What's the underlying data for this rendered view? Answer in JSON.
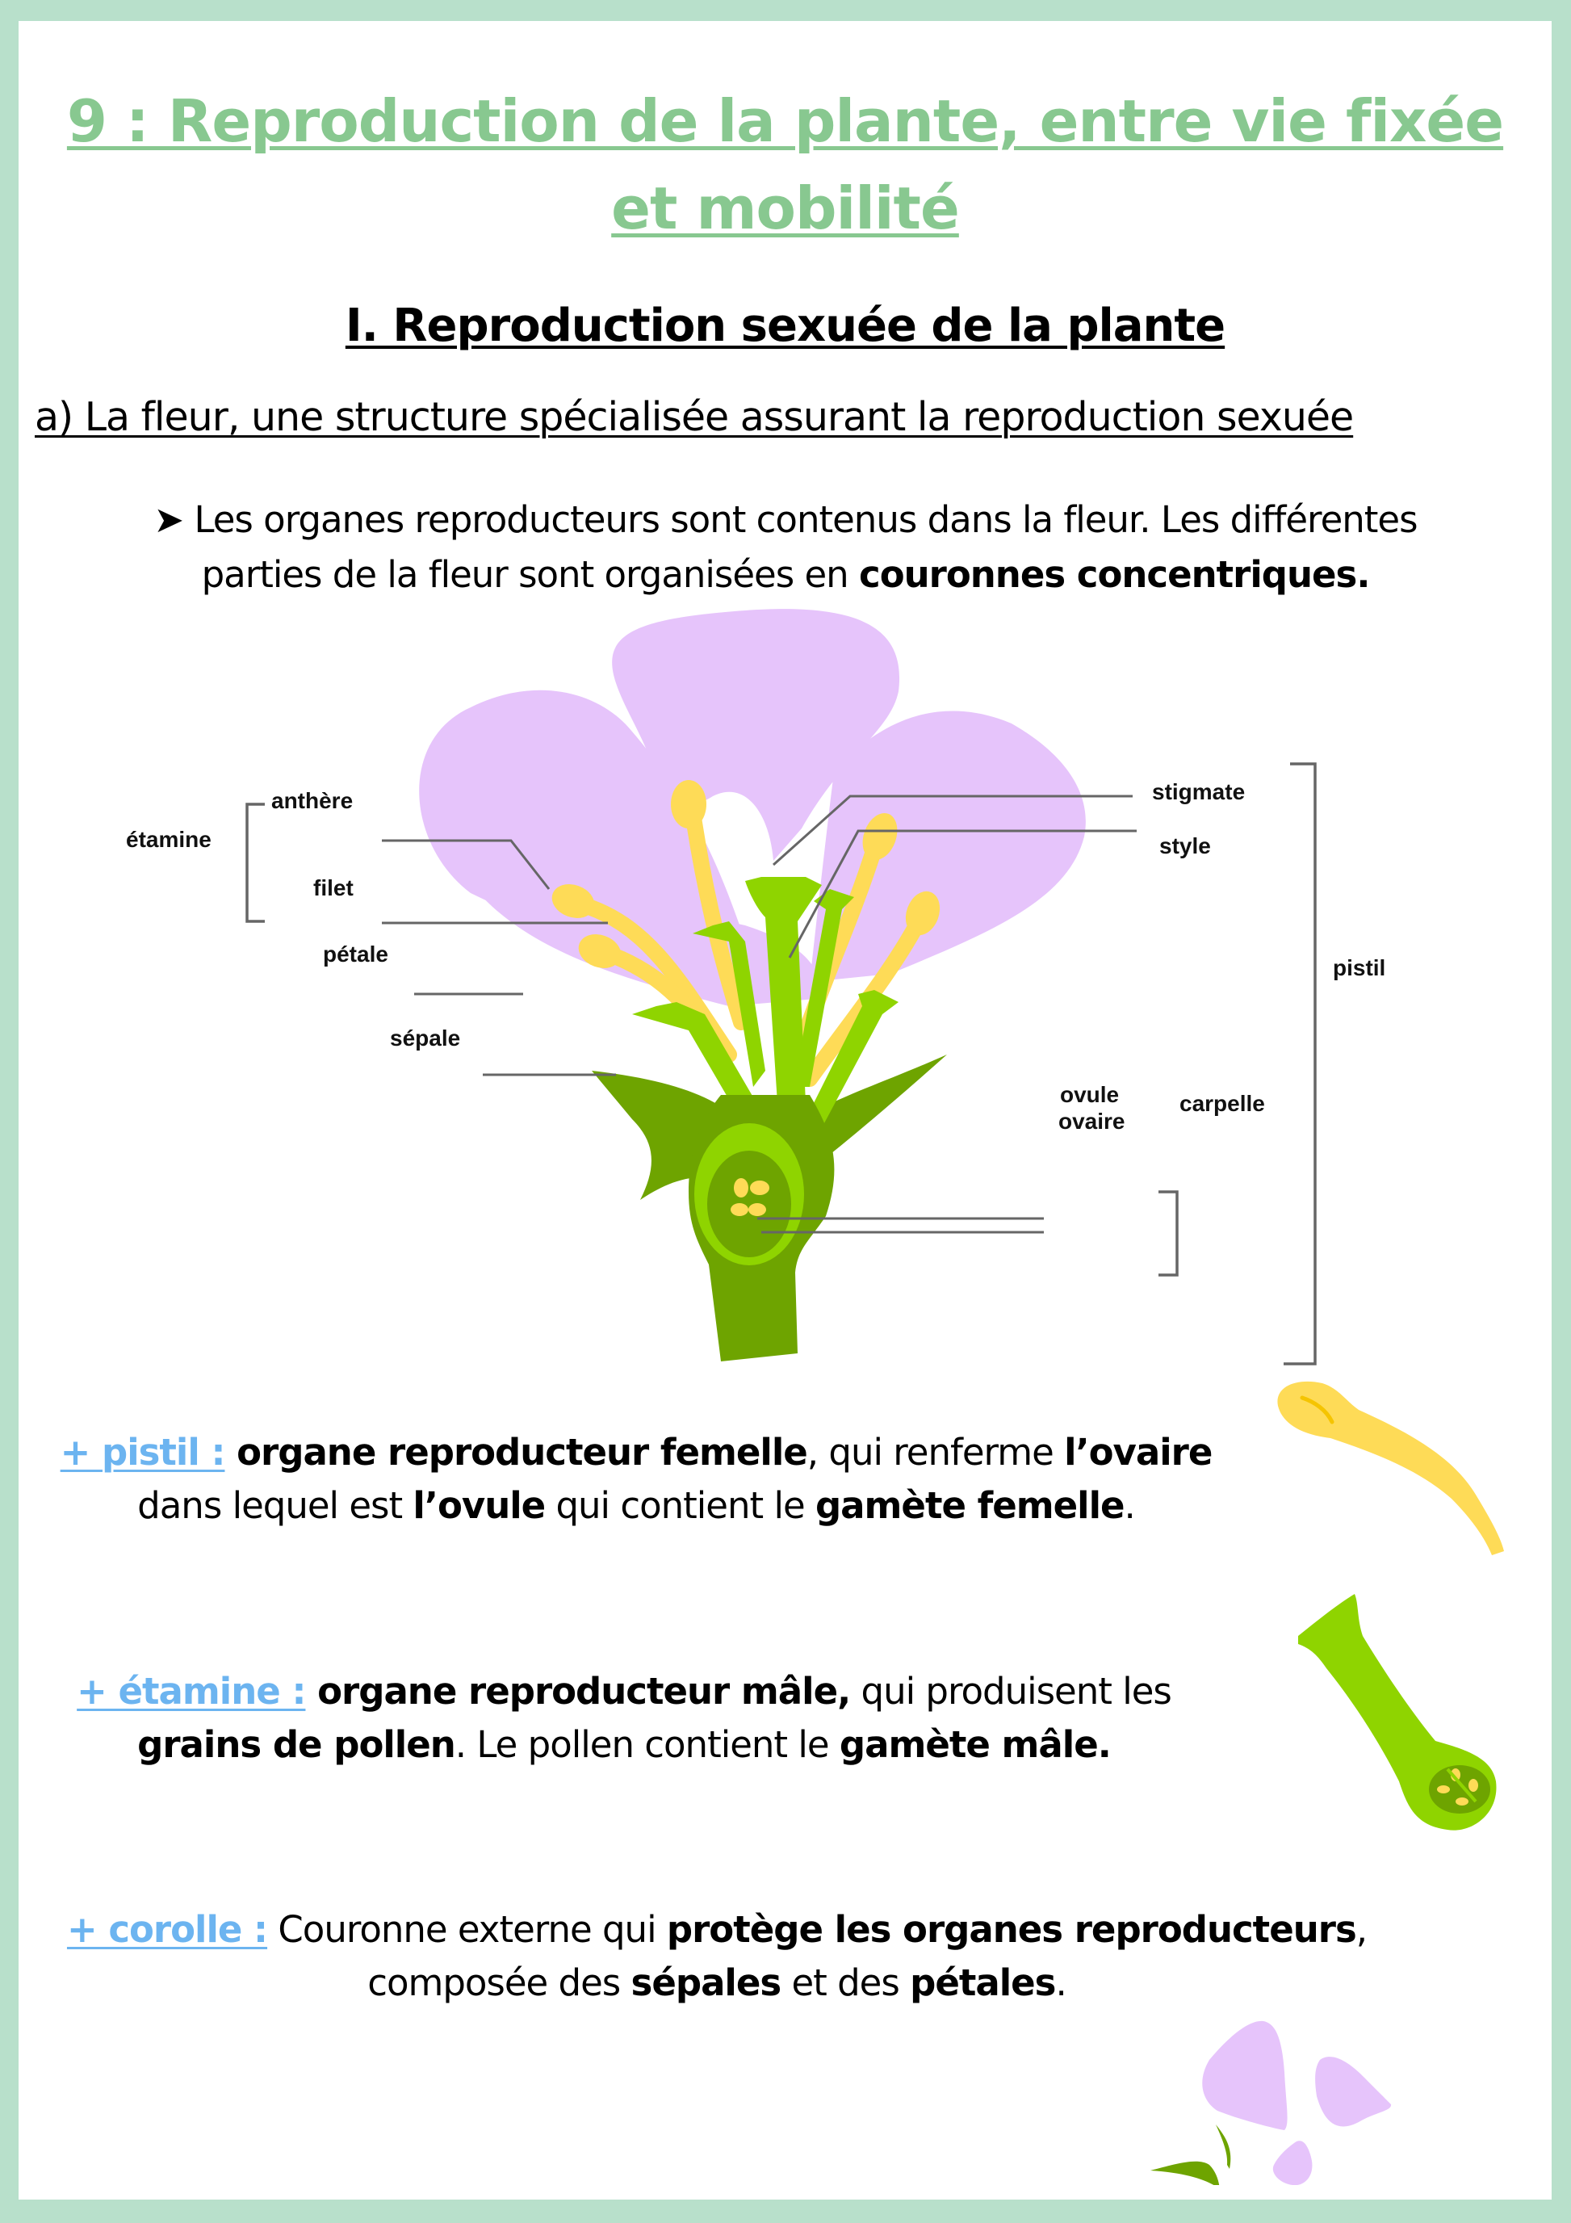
{
  "colors": {
    "frame": "#b8e0cb",
    "title": "#88c890",
    "term_link": "#6cb4f0",
    "petal": "#e6c4fb",
    "stamen_yellow": "#fedb57",
    "pistil_light_green": "#8fd400",
    "stem_dark_green": "#6ea400",
    "label_lines": "#666666"
  },
  "title": {
    "line1": "9 : Reproduction de la plante, entre vie fixée",
    "line2": " et mobilité"
  },
  "section": {
    "heading": "I. Reproduction sexuée de la plante ",
    "subheading": "a) La fleur, une structure spécialisée assurant la reproduction sexuée"
  },
  "intro": {
    "bullet": "➤",
    "text_line1": " Les organes reproducteurs sont contenus dans la fleur. Les différentes",
    "text_line2": "parties de la fleur sont organisées en ",
    "bold": "couronnes concentriques."
  },
  "diagram": {
    "labels": {
      "etamine": "étamine",
      "anthere": "anthère",
      "filet": "filet",
      "petale": "pétale",
      "sepale": "sépale",
      "stigmate": "stigmate",
      "style": "style",
      "pistil": "pistil",
      "ovule": "ovule",
      "ovaire": "ovaire",
      "carpelle": "carpelle"
    }
  },
  "definitions": [
    {
      "term": "+ pistil :",
      "parts": [
        {
          "t": " organe reproducteur femelle",
          "b": true
        },
        {
          "t": ", qui renferme ",
          "b": false
        },
        {
          "t": "l’ovaire",
          "b": true
        },
        {
          "t": "dans lequel est ",
          "b": false,
          "br": true
        },
        {
          "t": "l’ovule",
          "b": true
        },
        {
          "t": " qui contient le ",
          "b": false
        },
        {
          "t": "gamète femelle",
          "b": true
        },
        {
          "t": ".",
          "b": false
        }
      ]
    },
    {
      "term": "+ étamine :",
      "parts": [
        {
          "t": " organe reproducteur mâle,",
          "b": true
        },
        {
          "t": " qui produisent les",
          "b": false
        },
        {
          "t": "grains de pollen",
          "b": true,
          "br": true
        },
        {
          "t": ". Le pollen contient le ",
          "b": false
        },
        {
          "t": "gamète mâle.",
          "b": true
        }
      ]
    },
    {
      "term": "+ corolle :",
      "parts": [
        {
          "t": " Couronne externe qui ",
          "b": false
        },
        {
          "t": "protège les organes reproducteurs",
          "b": true
        },
        {
          "t": ",",
          "b": false
        },
        {
          "t": "composée des ",
          "b": false,
          "br": true
        },
        {
          "t": "sépales",
          "b": true
        },
        {
          "t": " et des ",
          "b": false
        },
        {
          "t": "pétales",
          "b": true
        },
        {
          "t": ".",
          "b": false
        }
      ]
    }
  ]
}
